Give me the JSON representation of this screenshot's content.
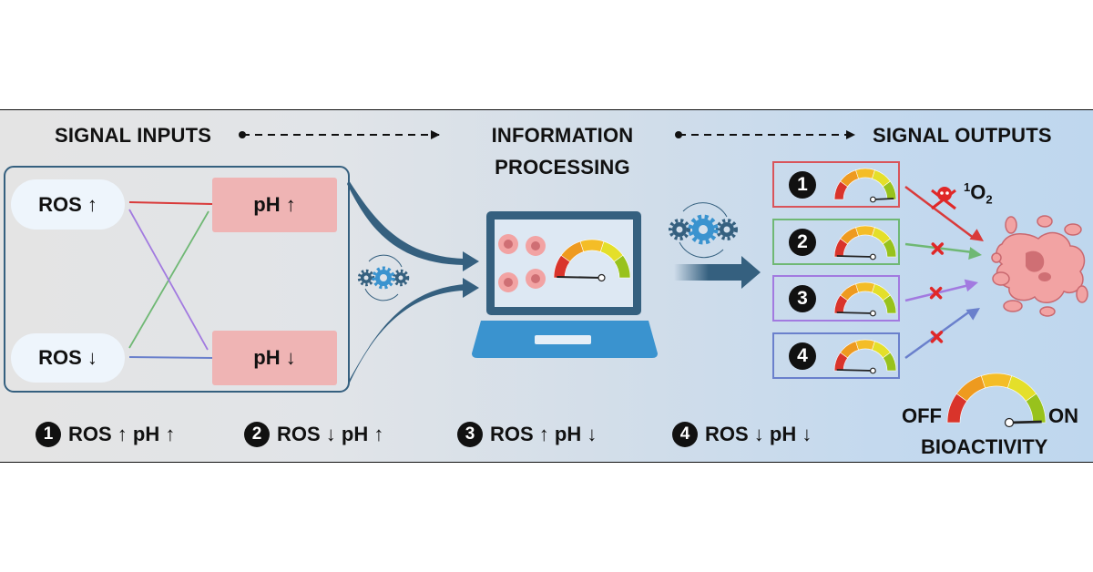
{
  "headings": {
    "inputs": "SIGNAL INPUTS",
    "processing_line1": "INFORMATION",
    "processing_line2": "PROCESSING",
    "outputs": "SIGNAL OUTPUTS"
  },
  "inputs": {
    "ros_up": "ROS ↑",
    "ros_down": "ROS ↓",
    "ph_up": "pH ↑",
    "ph_down": "pH ↓"
  },
  "connection_colors": {
    "ros_up_ph_up": "#d93a3a",
    "ros_down_ph_up": "#6fb874",
    "ros_up_ph_down": "#a27ae0",
    "ros_down_ph_down": "#6a80cc"
  },
  "outputs": [
    {
      "number": "1",
      "border_color": "#d9545a",
      "gauge_level": 1.0,
      "arrow_color": "#d93a3a",
      "blocked": false
    },
    {
      "number": "2",
      "border_color": "#6fb874",
      "gauge_level": 0.0,
      "arrow_color": "#6fb874",
      "blocked": true
    },
    {
      "number": "3",
      "border_color": "#a27ae0",
      "gauge_level": 0.0,
      "arrow_color": "#a27ae0",
      "blocked": true
    },
    {
      "number": "4",
      "border_color": "#6a80cc",
      "gauge_level": 0.0,
      "arrow_color": "#6a80cc",
      "blocked": true
    }
  ],
  "singlet_oxygen": {
    "superscript": "1",
    "base": "O",
    "subscript": "2"
  },
  "legend": [
    {
      "number": "1",
      "text": "ROS ↑ pH ↑"
    },
    {
      "number": "2",
      "text": "ROS ↓ pH ↑"
    },
    {
      "number": "3",
      "text": "ROS ↑ pH ↓"
    },
    {
      "number": "4",
      "text": "ROS ↓ pH ↓"
    }
  ],
  "bioactivity": {
    "off_label": "OFF",
    "on_label": "ON",
    "title": "BIOACTIVITY",
    "gauge_level": 1.0
  },
  "laptop_gauge_level": 0.0,
  "colors": {
    "dark_blue": "#35607f",
    "mid_blue": "#3a93cf",
    "cell_pink": "#f2a3a3",
    "cell_dark": "#cf6f74",
    "gauge": [
      "#d9342b",
      "#ee9a1f",
      "#f4bd27",
      "#e4df2a",
      "#98c21c"
    ]
  }
}
